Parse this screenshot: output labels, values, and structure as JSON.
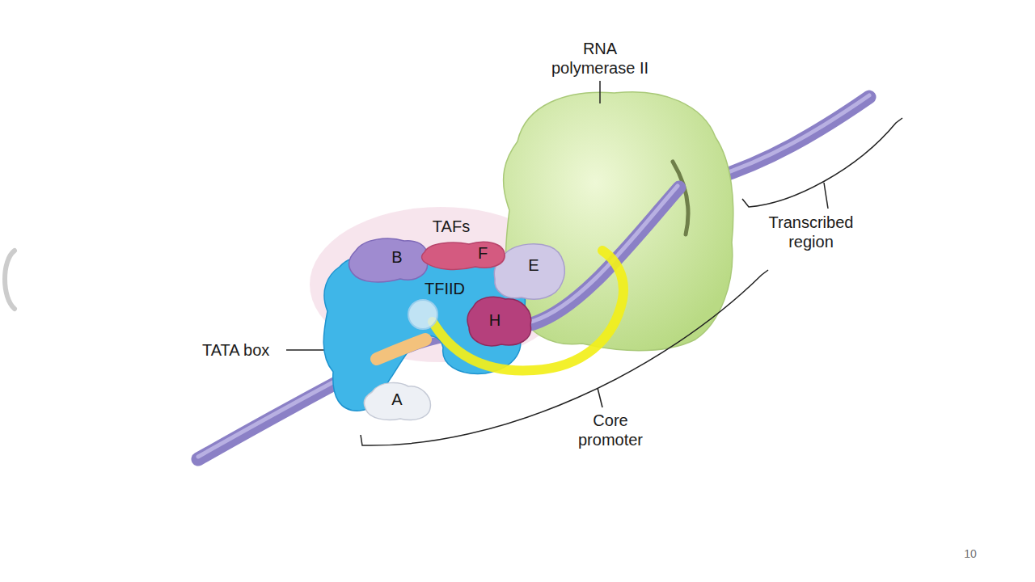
{
  "diagram": {
    "nodes": [
      {
        "text": [
          "B"
        ]
      },
      {
        "text": [
          "F"
        ]
      },
      {
        "text": [
          "E"
        ]
      },
      {
        "text": [
          "TFIID"
        ]
      },
      {
        "text": [
          "H"
        ]
      },
      {
        "text": [
          "A"
        ]
      }
    ],
    "labels": [
      "RNA polymerase II",
      "TAFs",
      "TATA box",
      "Core promoter",
      "Transcribed region",
      "10"
    ]
  }
}
